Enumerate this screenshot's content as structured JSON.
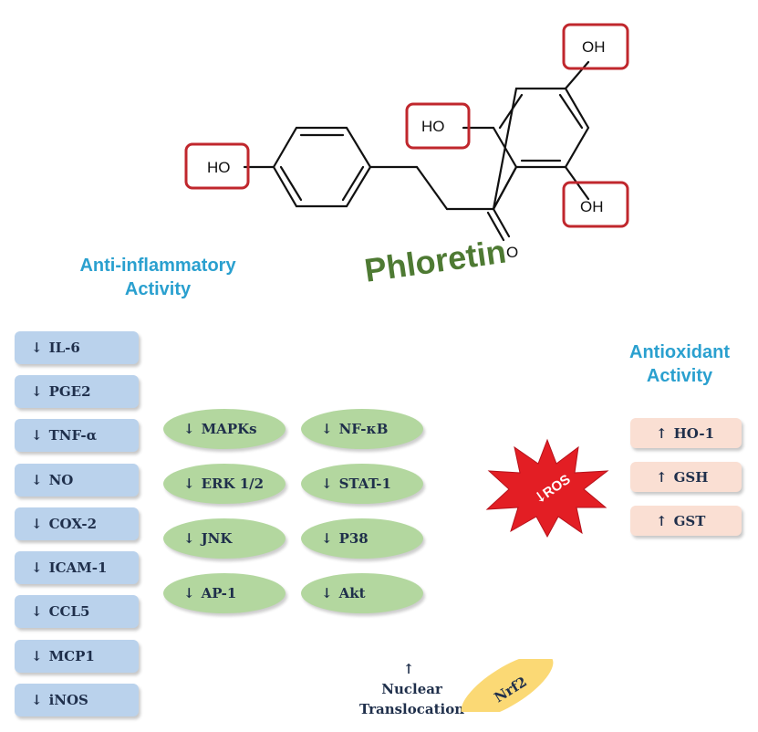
{
  "molecule": {
    "name": "Phloretin",
    "groups": [
      "OH",
      "HO",
      "HO",
      "OH"
    ],
    "carbonyl_oxygen": "O"
  },
  "anti_inflammatory": {
    "heading_line1": "Anti-inflammatory",
    "heading_line2": "Activity",
    "mediators": [
      "IL-6",
      "PGE2",
      "TNF-α",
      "NO",
      "COX-2",
      "ICAM-1",
      "CCL5",
      "MCP1",
      "iNOS"
    ],
    "direction": "↓"
  },
  "pathways": {
    "left": [
      "MAPKs",
      "ERK 1/2",
      "JNK",
      "AP-1"
    ],
    "right": [
      "NF-κB",
      "STAT-1",
      "P38",
      "Akt"
    ],
    "direction": "↓"
  },
  "antioxidant": {
    "heading_line1": "Antioxidant",
    "heading_line2": "Activity",
    "markers": [
      "HO-1",
      "GSH",
      "GST"
    ],
    "direction": "↑"
  },
  "ros": {
    "label": "ROS",
    "direction": "↓"
  },
  "nrf2": {
    "label": "Nrf2",
    "text_line1": "Nuclear",
    "text_line2": "Translocation",
    "direction": "↑"
  },
  "colors": {
    "heading": "#2aa0cf",
    "title": "#4e7a33",
    "highlight_box": "#c0272d",
    "mediator_box": "#bad2ec",
    "pathway_oval": "#b3d79f",
    "antioxidant_box": "#fadfd3",
    "ros_star": "#e31e24",
    "nrf2_oval": "#fbd975"
  }
}
